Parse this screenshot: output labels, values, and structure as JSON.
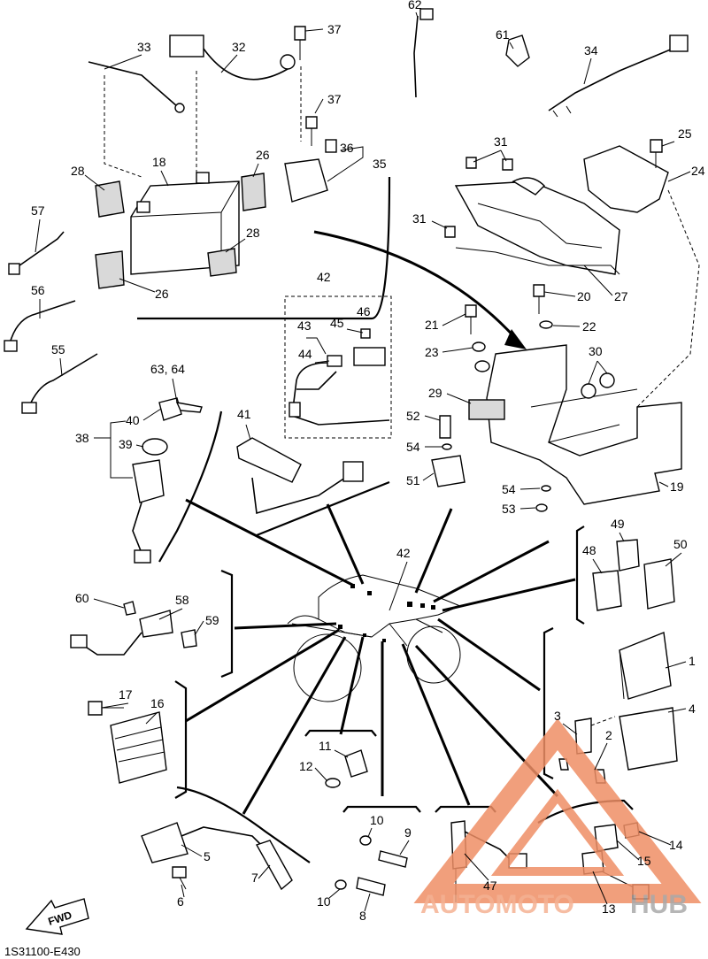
{
  "diagram": {
    "code": "1S31100-E430",
    "fwd_label": "FWD",
    "watermark": {
      "part1": "AUTOMOTO",
      "part2": "HUB",
      "color_main": "#f2a580",
      "color_hub": "#9a9a9a"
    },
    "callouts": {
      "n1": "1",
      "n2": "2",
      "n3": "3",
      "n4": "4",
      "n5": "5",
      "n6": "6",
      "n7": "7",
      "n8": "8",
      "n9": "9",
      "n10a": "10",
      "n10b": "10",
      "n11": "11",
      "n12": "12",
      "n13": "13",
      "n14": "14",
      "n15": "15",
      "n16": "16",
      "n17": "17",
      "n18": "18",
      "n19": "19",
      "n20": "20",
      "n21": "21",
      "n22": "22",
      "n23": "23",
      "n24": "24",
      "n25": "25",
      "n26a": "26",
      "n26b": "26",
      "n27": "27",
      "n28a": "28",
      "n28b": "28",
      "n29": "29",
      "n30": "30",
      "n31a": "31",
      "n31b": "31",
      "n32": "32",
      "n33": "33",
      "n34": "34",
      "n35": "35",
      "n36": "36",
      "n37a": "37",
      "n37b": "37",
      "n38": "38",
      "n39": "39",
      "n40": "40",
      "n41": "41",
      "n42a": "42",
      "n42b": "42",
      "n43": "43",
      "n44": "44",
      "n45": "45",
      "n46": "46",
      "n47": "47",
      "n48": "48",
      "n49": "49",
      "n50": "50",
      "n51": "51",
      "n52": "52",
      "n53": "53",
      "n54a": "54",
      "n54b": "54",
      "n55": "55",
      "n56": "56",
      "n57": "57",
      "n58": "58",
      "n59": "59",
      "n60": "60",
      "n61": "61",
      "n62": "62",
      "n6364": "63, 64"
    }
  }
}
